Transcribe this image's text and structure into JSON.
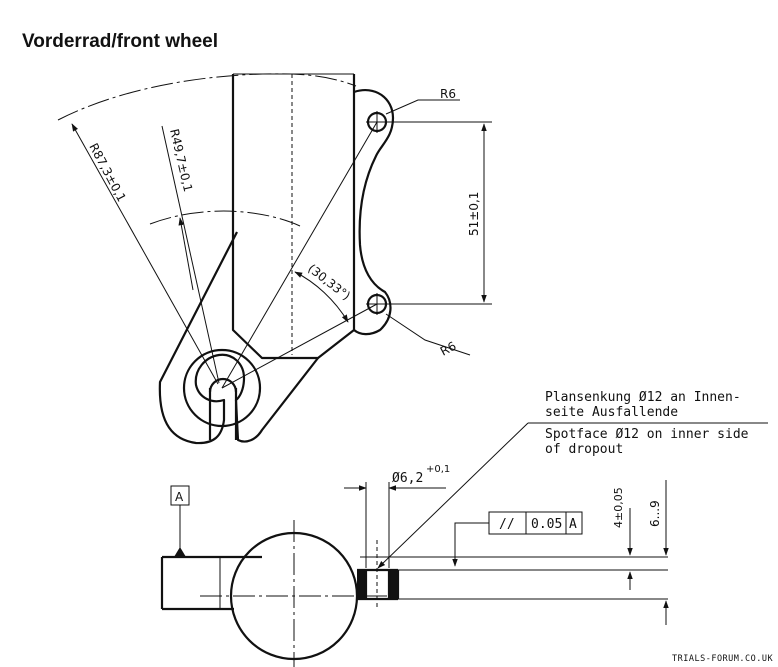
{
  "title": "Vorderrad/front wheel",
  "dimensions": {
    "radius_outer": "R87,3±0,1",
    "radius_inner": "R49,7±0,1",
    "angle": "(30,33°)",
    "hole_distance": "51±0,1",
    "radius_top_hole": "R6",
    "radius_bottom_hole": "R6",
    "diameter": "Ø6,2",
    "diameter_tol": "+0,1",
    "thickness_a": "4±0,05",
    "thickness_b": "6...9"
  },
  "spotface_note": {
    "de_line1": "Plansenkung Ø12 an Innen-",
    "de_line2": "seite Ausfallende",
    "en_line1": "Spotface Ø12 on inner side",
    "en_line2": "of dropout"
  },
  "tolerance_frame": {
    "symbol": "//",
    "value": "0.05",
    "datum": "A"
  },
  "datum_label": "A",
  "watermark": "TRIALS-FORUM.CO.UK"
}
